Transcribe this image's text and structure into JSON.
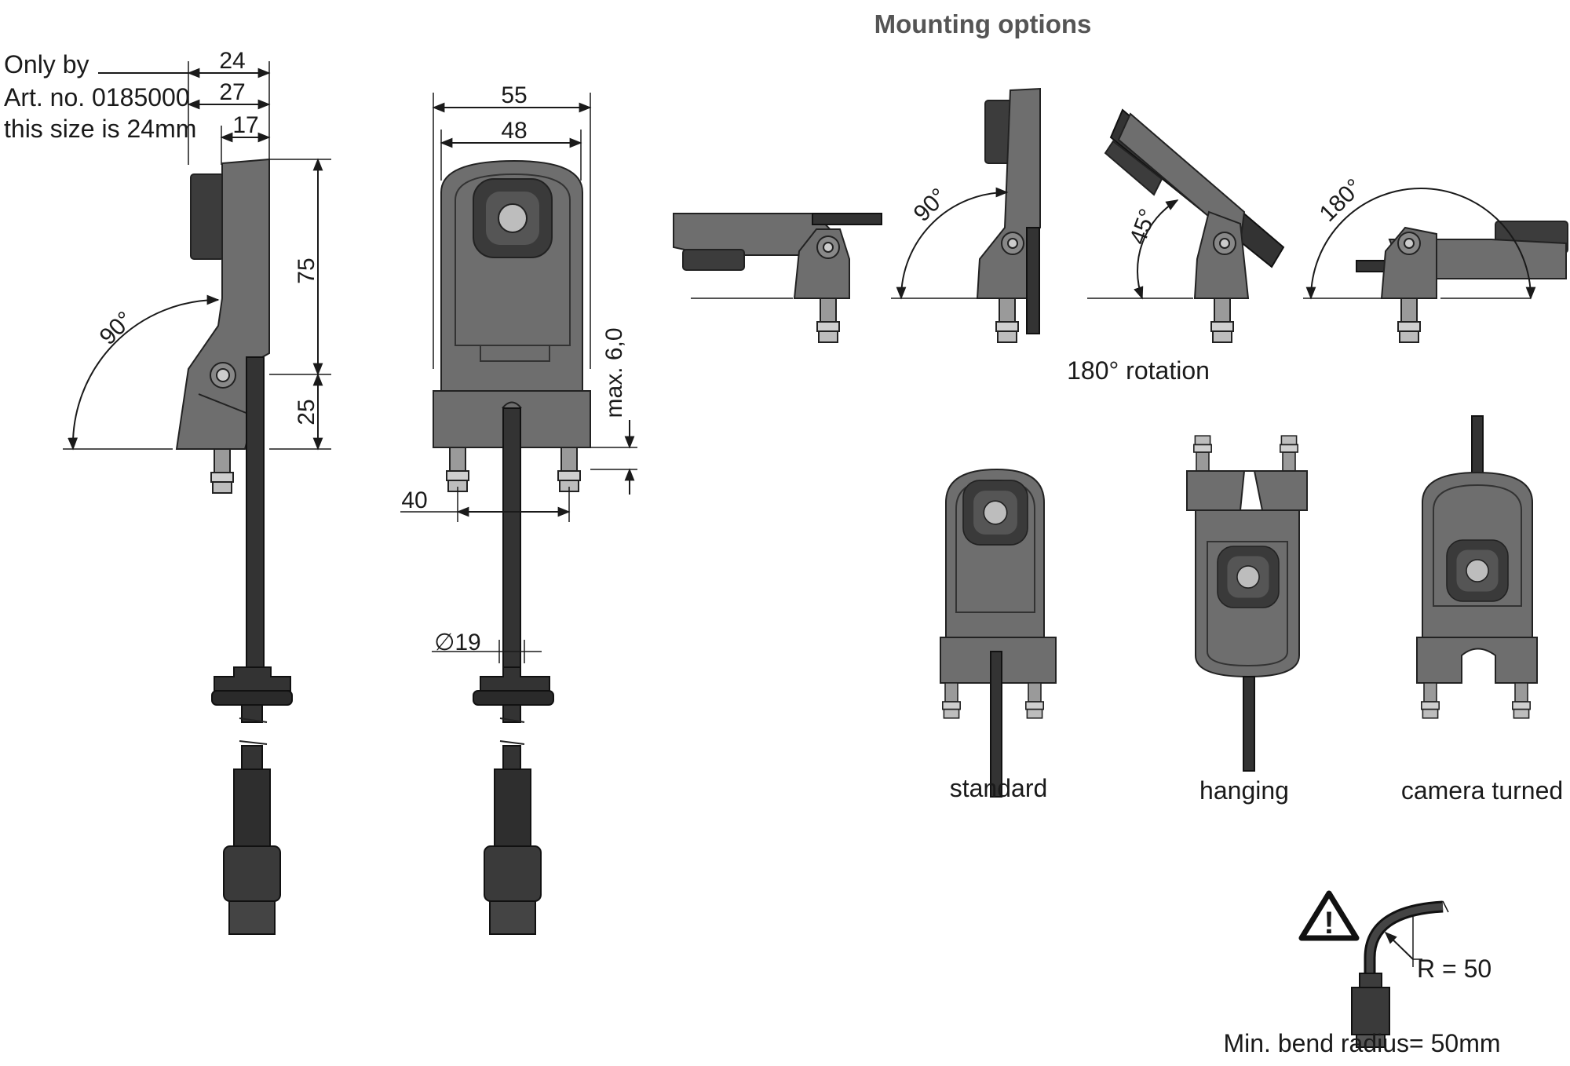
{
  "title": "Mounting options",
  "note": {
    "line1": "Only by",
    "line2": "Art. no. 0185000",
    "line3": "this size is 24mm"
  },
  "side_view": {
    "dim_24": "24",
    "dim_27": "27",
    "dim_17": "17",
    "dim_75": "75",
    "dim_25": "25",
    "angle": "90°"
  },
  "front_view": {
    "dim_55": "55",
    "dim_48": "48",
    "dim_40": "40",
    "dim_max": "max. 6,0",
    "dim_dia": "∅19"
  },
  "rotation": {
    "angle_90": "90°",
    "angle_45": "45°",
    "angle_180": "180°",
    "caption": "180° rotation"
  },
  "options": {
    "standard": "standard",
    "hanging": "hanging",
    "camera_turned": "camera turned"
  },
  "bend": {
    "radius_label": "R = 50",
    "caption": "Min. bend radius= 50mm",
    "warning": "!"
  },
  "colors": {
    "body": "#6e6e6e",
    "dark": "#3c3c3c",
    "line": "#1a1a1a"
  }
}
